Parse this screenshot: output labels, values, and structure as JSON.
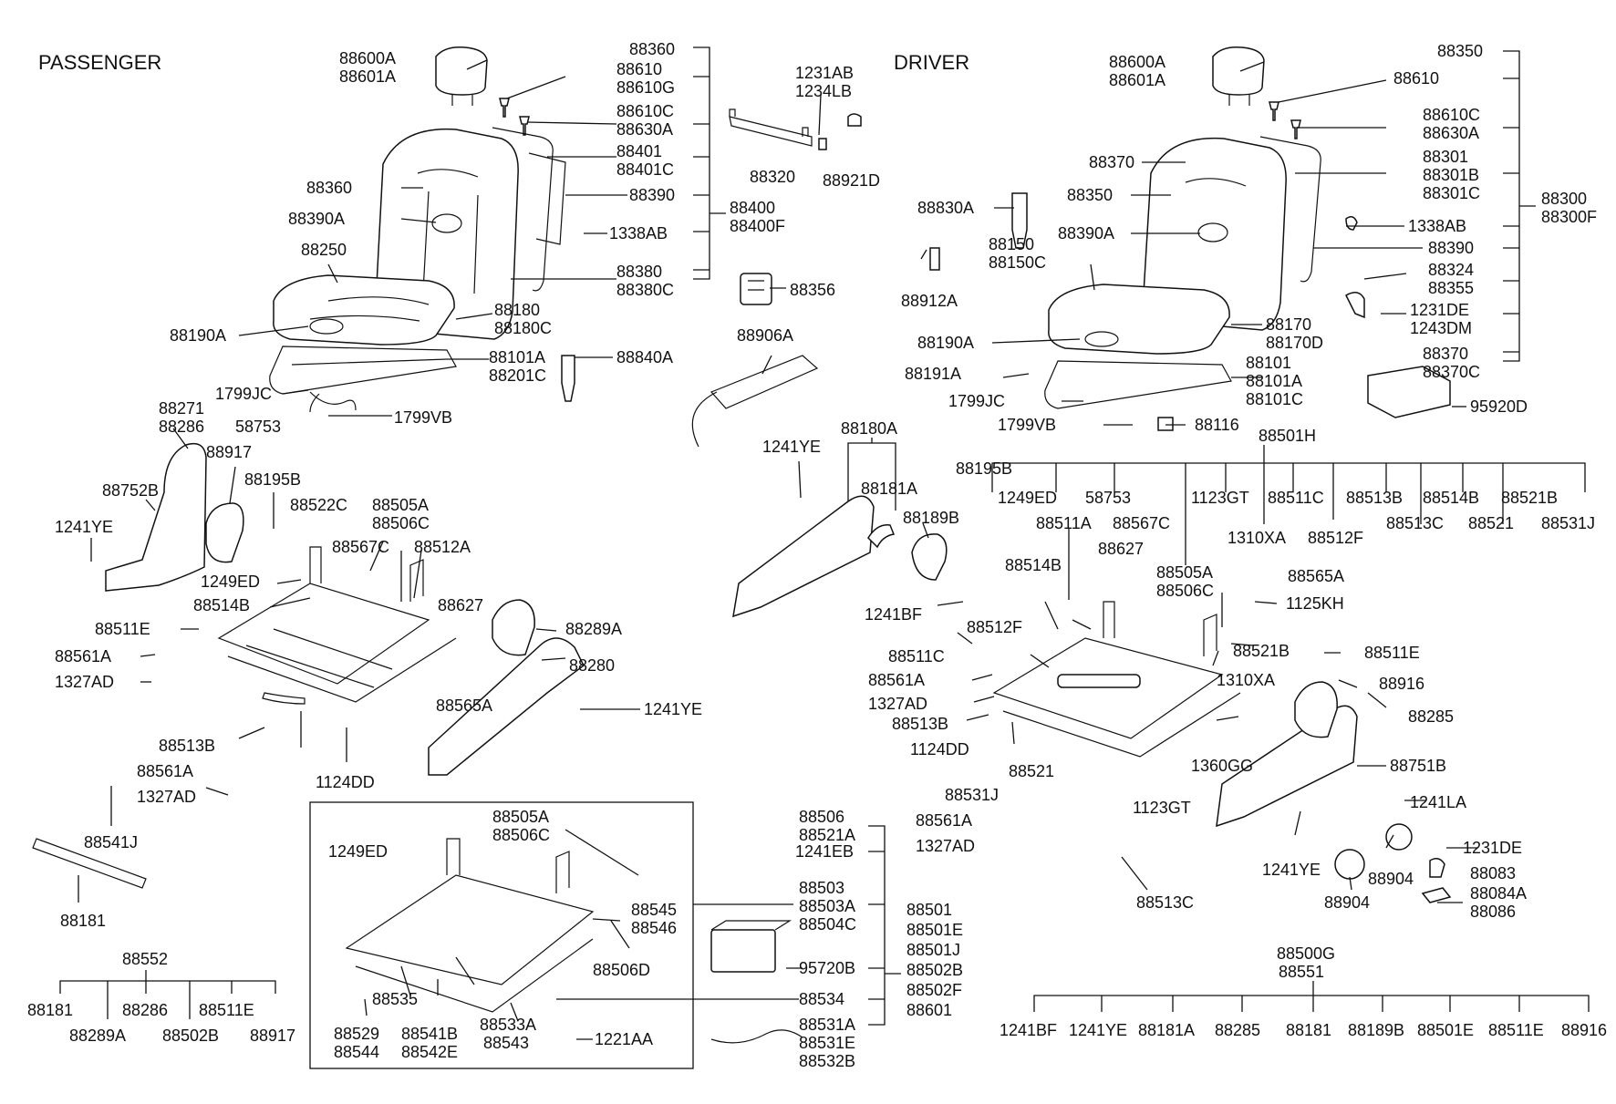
{
  "titles": {
    "passenger": "PASSENGER",
    "driver": "DRIVER"
  },
  "labels": {
    "p_88600A": "88600A",
    "p_88601A": "88601A",
    "p_88360": "88360",
    "p_88610": "88610",
    "p_88610G": "88610G",
    "p_88610C": "88610C",
    "p_88630A": "88630A",
    "p_88401": "88401",
    "p_88401C": "88401C",
    "p_88360b": "88360",
    "p_88390": "88390",
    "p_88390A": "88390A",
    "p_88400": "88400",
    "p_88400F": "88400F",
    "p_1338AB": "1338AB",
    "p_88250": "88250",
    "p_88380": "88380",
    "p_88380C": "88380C",
    "p_88180": "88180",
    "p_88180C": "88180C",
    "p_88190A": "88190A",
    "p_88101A": "88101A",
    "p_88201C": "88201C",
    "p_88840A": "88840A",
    "p_1799JC": "1799JC",
    "p_88271": "88271",
    "p_88286": "88286",
    "p_58753": "58753",
    "p_1799VB": "1799VB",
    "p_88917": "88917",
    "p_88752B": "88752B",
    "p_88195B": "88195B",
    "p_88522C": "88522C",
    "p_88505A": "88505A",
    "p_88506C": "88506C",
    "p_1241YE": "1241YE",
    "p_88567C": "88567C",
    "p_88512A": "88512A",
    "p_1249ED": "1249ED",
    "p_88514B": "88514B",
    "p_88627": "88627",
    "p_88511E": "88511E",
    "p_88289A": "88289A",
    "p_88561A": "88561A",
    "p_88280": "88280",
    "p_1327AD": "1327AD",
    "p_88565A": "88565A",
    "p_1241YEb": "1241YE",
    "p_88513B": "88513B",
    "p_88561Ab": "88561A",
    "p_1124DD": "1124DD",
    "p_1327ADb": "1327AD",
    "p_88541J": "88541J",
    "p_88181": "88181",
    "c_1231AB": "1231AB",
    "c_1234LB": "1234LB",
    "c_88320": "88320",
    "c_88921D": "88921D",
    "c_88356": "88356",
    "c_88906A": "88906A",
    "c_88180A": "88180A",
    "c_1241YE": "1241YE",
    "c_88181A": "88181A",
    "c_88189B": "88189B",
    "c_1241BF": "1241BF",
    "d_88600A": "88600A",
    "d_88601A": "88601A",
    "d_88350": "88350",
    "d_88610": "88610",
    "d_88610C": "88610C",
    "d_88630A": "88630A",
    "d_88370": "88370",
    "d_88301": "88301",
    "d_88301B": "88301B",
    "d_88301C": "88301C",
    "d_88350b": "88350",
    "d_88300": "88300",
    "d_88300F": "88300F",
    "d_88830A": "88830A",
    "d_88390A": "88390A",
    "d_1338AB": "1338AB",
    "d_88390": "88390",
    "d_88150": "88150",
    "d_88150C": "88150C",
    "d_88324": "88324",
    "d_88355": "88355",
    "d_88912A": "88912A",
    "d_1231DE": "1231DE",
    "d_1243DM": "1243DM",
    "d_88170": "88170",
    "d_88170D": "88170D",
    "d_88190A": "88190A",
    "d_88370b": "88370",
    "d_88370C": "88370C",
    "d_88101": "88101",
    "d_88101A": "88101A",
    "d_88101C": "88101C",
    "d_88191A": "88191A",
    "d_1799JC": "1799JC",
    "d_95920D": "95920D",
    "d_1799VB": "1799VB",
    "d_88116": "88116",
    "d_88501H": "88501H",
    "d_88195B": "88195B",
    "d_1249ED": "1249ED",
    "d_58753": "58753",
    "d_1123GT": "1123GT",
    "d_88511C": "88511C",
    "d_88513B": "88513B",
    "d_88514B": "88514B",
    "d_88521B": "88521B",
    "d_88511A": "88511A",
    "d_88567C": "88567C",
    "d_1310XA": "1310XA",
    "d_88512F": "88512F",
    "d_88513C": "88513C",
    "d_88521": "88521",
    "d_88531J": "88531J",
    "d_88514Bb": "88514B",
    "d_88627": "88627",
    "d_88505A": "88505A",
    "d_88506C": "88506C",
    "d_88565A": "88565A",
    "d_1125KH": "1125KH",
    "d_88512Fb": "88512F",
    "d_88521Bb": "88521B",
    "d_88511E": "88511E",
    "d_88511Cb": "88511C",
    "d_1310XAb": "1310XA",
    "d_88916": "88916",
    "d_88561A": "88561A",
    "d_1327AD": "1327AD",
    "d_88285": "88285",
    "d_88513Bb": "88513B",
    "d_1124DD": "1124DD",
    "d_88521b": "88521",
    "d_1360GG": "1360GG",
    "d_88751B": "88751B",
    "d_88531Jb": "88531J",
    "d_1241LA": "1241LA",
    "d_1123GTb": "1123GT",
    "d_88561Ab": "88561A",
    "d_1327ADb": "1327AD",
    "d_1231DEb": "1231DE",
    "d_88083": "88083",
    "d_1241YE": "1241YE",
    "d_88904": "88904",
    "d_88084A": "88084A",
    "d_88086": "88086",
    "d_88904b": "88904",
    "d_88513Cb": "88513C",
    "b_88505A": "88505A",
    "b_88506C": "88506C",
    "b_88506": "88506",
    "b_88521A": "88521A",
    "b_1249ED": "1249ED",
    "b_1241EB": "1241EB",
    "b_88503": "88503",
    "b_88503A": "88503A",
    "b_88504C": "88504C",
    "b_88545": "88545",
    "b_88546": "88546",
    "b_88501": "88501",
    "b_88501E": "88501E",
    "b_88501J": "88501J",
    "b_88502B": "88502B",
    "b_88502F": "88502F",
    "b_88601": "88601",
    "b_88506D": "88506D",
    "b_95720B": "95720B",
    "b_88535": "88535",
    "b_88534": "88534",
    "b_88529": "88529",
    "b_88544": "88544",
    "b_88541B": "88541B",
    "b_88542E": "88542E",
    "b_88533A": "88533A",
    "b_88543": "88543",
    "b_1221AA": "1221AA",
    "b_88531A": "88531A",
    "b_88531E": "88531E",
    "b_88532B": "88532B",
    "l_88552": "88552",
    "l_88181": "88181",
    "l_88289A": "88289A",
    "l_88286": "88286",
    "l_88502B": "88502B",
    "l_88511E": "88511E",
    "l_88917": "88917",
    "r_88500G": "88500G",
    "r_88551": "88551",
    "r_1241BF": "1241BF",
    "r_1241YE": "1241YE",
    "r_88181A": "88181A",
    "r_88285": "88285",
    "r_88181": "88181",
    "r_88189B": "88189B",
    "r_88501E": "88501E",
    "r_88511E": "88511E",
    "r_88916": "88916"
  }
}
